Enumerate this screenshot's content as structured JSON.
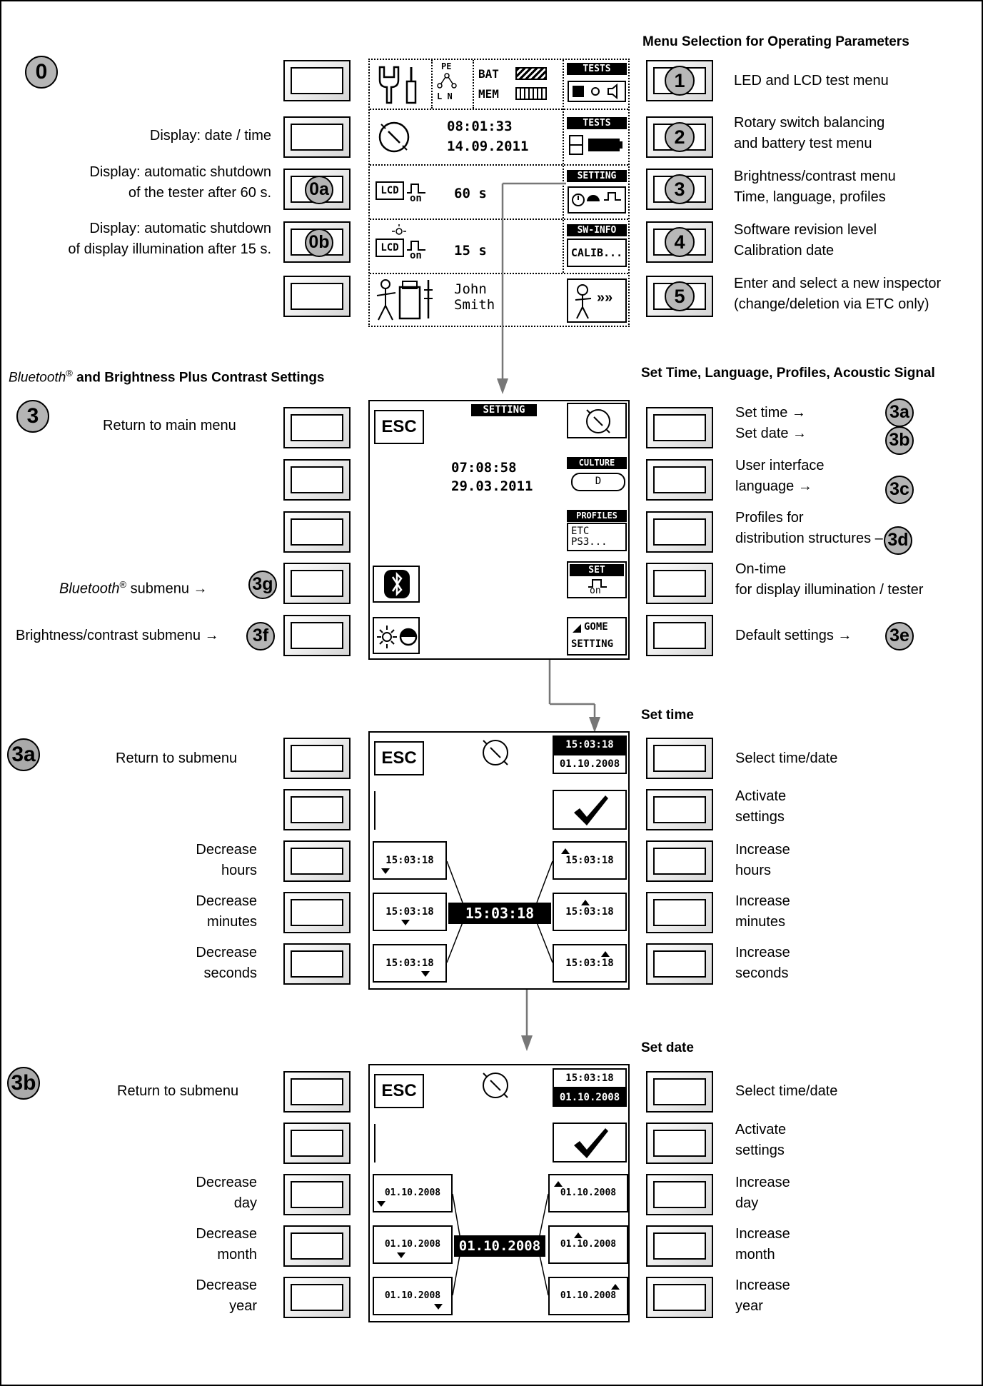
{
  "section0": {
    "header": "Menu Selection for Operating Parameters",
    "badge": "0",
    "left_labels": {
      "date_time": "Display: date / time",
      "shutdown_tester": [
        "Display: automatic shutdown",
        "of the tester after 60 s."
      ],
      "shutdown_light": [
        "Display: automatic shutdown",
        "of display illumination after 15 s."
      ]
    },
    "key_badges": {
      "0a": "0a",
      "0b": "0b"
    },
    "screen": {
      "row1": {
        "pe": "PE",
        "ln": "L  N",
        "bat": "BAT",
        "mem": "MEM",
        "tests": "TESTS"
      },
      "row2": {
        "time": "08:01:33",
        "date": "14.09.2011",
        "tests": "TESTS"
      },
      "row3": {
        "lcd": "LCD",
        "on": "on",
        "value": "60 s",
        "setting": "SETTING"
      },
      "row4": {
        "lcd": "LCD",
        "on": "on",
        "value": "15 s",
        "swinfo": "SW-INFO",
        "calib": "CALIB..."
      },
      "row5": {
        "name": [
          "John",
          "Smith"
        ],
        "arrows": "»»"
      }
    },
    "right_keys": [
      "1",
      "2",
      "3",
      "4",
      "5"
    ],
    "right_labels": [
      [
        "LED and LCD test menu"
      ],
      [
        "Rotary switch balancing",
        "and battery test menu"
      ],
      [
        "Brightness/contrast menu",
        "Time, language, profiles"
      ],
      [
        "Software revision level",
        "Calibration date"
      ],
      [
        "Enter and select a new inspector",
        "(change/deletion via ETC only)"
      ]
    ]
  },
  "section3": {
    "header_left_italic": "Bluetooth",
    "header_left_reg": "®",
    "header_left_rest": " and Brightness Plus Contrast Settings",
    "header_right": "Set Time, Language, Profiles, Acoustic Signal",
    "badge": "3",
    "return_main": "Return to main menu",
    "bt_label_italic": "Bluetooth",
    "bt_label_reg": "®",
    "bt_label_rest": " submenu →",
    "bt_badge": "3g",
    "bright_label": "Brightness/contrast submenu →",
    "bright_badge": "3f",
    "screen": {
      "setting": "SETTING",
      "esc": "ESC",
      "time": "07:08:58",
      "date": "29.03.2011",
      "culture": "CULTURE",
      "culture_val": "D",
      "profiles": "PROFILES",
      "profiles_val": [
        "ETC",
        "PS3..."
      ],
      "set": "SET",
      "on": "on",
      "gome": "GOME",
      "gome_setting": "SETTING"
    },
    "right_labels": [
      [
        "Set time →",
        "Set date →"
      ],
      [
        "User interface",
        "language →"
      ],
      [
        "Profiles for",
        "distribution structures –"
      ],
      [
        "On-time",
        "for display illumination / tester"
      ],
      [
        "Default settings →"
      ]
    ],
    "right_badges": {
      "3a": "3a",
      "3b": "3b",
      "3c": "3c",
      "3d": "3d",
      "3e": "3e"
    }
  },
  "section3a": {
    "header": "Set time",
    "badge": "3a",
    "return": "Return to submenu",
    "left_labels": [
      [
        "Decrease",
        "hours"
      ],
      [
        "Decrease",
        "minutes"
      ],
      [
        "Decrease",
        "seconds"
      ]
    ],
    "right_labels": [
      [
        "Select time/date"
      ],
      [
        "Activate",
        "settings"
      ],
      [
        "Increase",
        "hours"
      ],
      [
        "Increase",
        "minutes"
      ],
      [
        "Increase",
        "seconds"
      ]
    ],
    "screen": {
      "esc": "ESC",
      "time": "15:03:18",
      "date": "01.10.2008",
      "center": "15:03:18"
    }
  },
  "section3b": {
    "header": "Set date",
    "badge": "3b",
    "return": "Return to submenu",
    "left_labels": [
      [
        "Decrease",
        "day"
      ],
      [
        "Decrease",
        "month"
      ],
      [
        "Decrease",
        "year"
      ]
    ],
    "right_labels": [
      [
        "Select time/date"
      ],
      [
        "Activate",
        "settings"
      ],
      [
        "Increase",
        "day"
      ],
      [
        "Increase",
        "month"
      ],
      [
        "Increase",
        "year"
      ]
    ],
    "screen": {
      "esc": "ESC",
      "time": "15:03:18",
      "date": "01.10.2008",
      "center": "01.10.2008"
    }
  }
}
